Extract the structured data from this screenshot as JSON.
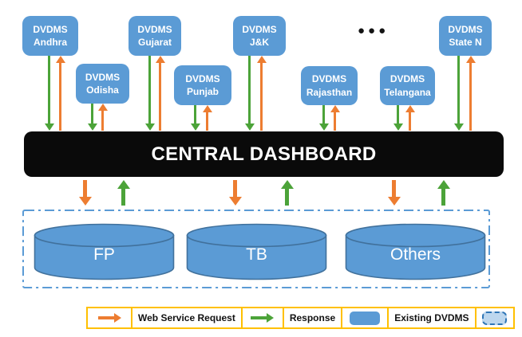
{
  "dashboard": {
    "title": "CENTRAL DASHBOARD"
  },
  "ellipsis": "●●●",
  "states": [
    {
      "system": "DVDMS",
      "name": "Andhra"
    },
    {
      "system": "DVDMS",
      "name": "Odisha"
    },
    {
      "system": "DVDMS",
      "name": "Gujarat"
    },
    {
      "system": "DVDMS",
      "name": "Punjab"
    },
    {
      "system": "DVDMS",
      "name": "J&K"
    },
    {
      "system": "DVDMS",
      "name": "Rajasthan"
    },
    {
      "system": "DVDMS",
      "name": "Telangana"
    },
    {
      "system": "DVDMS",
      "name": "State N"
    }
  ],
  "databases": [
    {
      "label": "FP"
    },
    {
      "label": "TB"
    },
    {
      "label": "Others"
    }
  ],
  "legend": {
    "request_label": "Web Service Request",
    "response_label": "Response",
    "existing_label": "Existing DVDMS"
  },
  "colors": {
    "node_blue": "#5B9BD5",
    "request_orange": "#ED7D31",
    "response_green": "#4CA339",
    "dashboard_black": "#0a0a0a",
    "legend_border_gold": "#FFC000",
    "cylinder_outline": "#41719C",
    "dashed_swatch_fill": "#BDD7EE",
    "dashed_swatch_border": "#2E75B6"
  }
}
